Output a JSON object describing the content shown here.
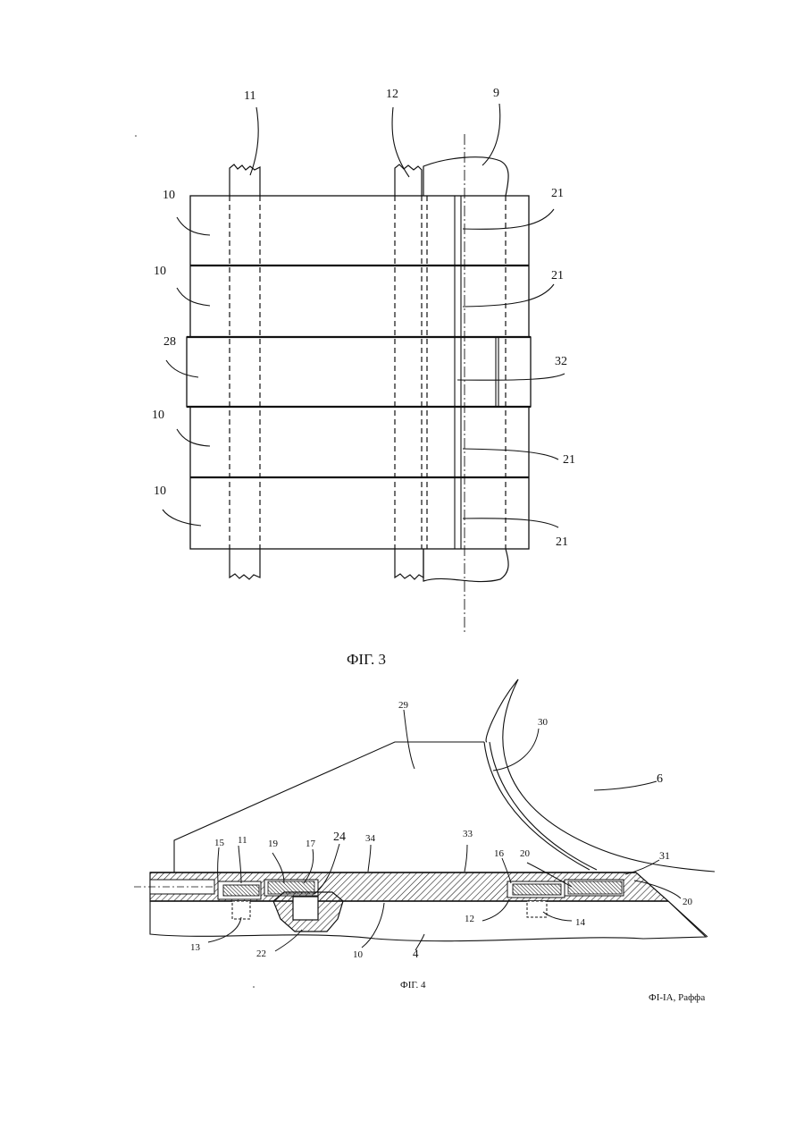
{
  "figure3": {
    "caption": "ФІГ. 3",
    "labels": {
      "l11": "11",
      "l12": "12",
      "l9": "9",
      "l10a": "10",
      "l10b": "10",
      "l28": "28",
      "l10c": "10",
      "l10d": "10",
      "l21a": "21",
      "l21b": "21",
      "l32": "32",
      "l21c": "21",
      "l21d": "21"
    }
  },
  "figure4": {
    "caption": "ФІГ. 4",
    "labels": {
      "l29": "29",
      "l30": "30",
      "l6": "6",
      "l15": "15",
      "l11": "11",
      "l19": "19",
      "l17": "17",
      "l24": "24",
      "l34": "34",
      "l33": "33",
      "l16": "16",
      "l20a": "20",
      "l31": "31",
      "l20b": "20",
      "l13": "13",
      "l22": "22",
      "l10": "10",
      "l4": "4",
      "l12": "12",
      "l14": "14"
    }
  },
  "footer": "ФІ-ІА, Раффа"
}
